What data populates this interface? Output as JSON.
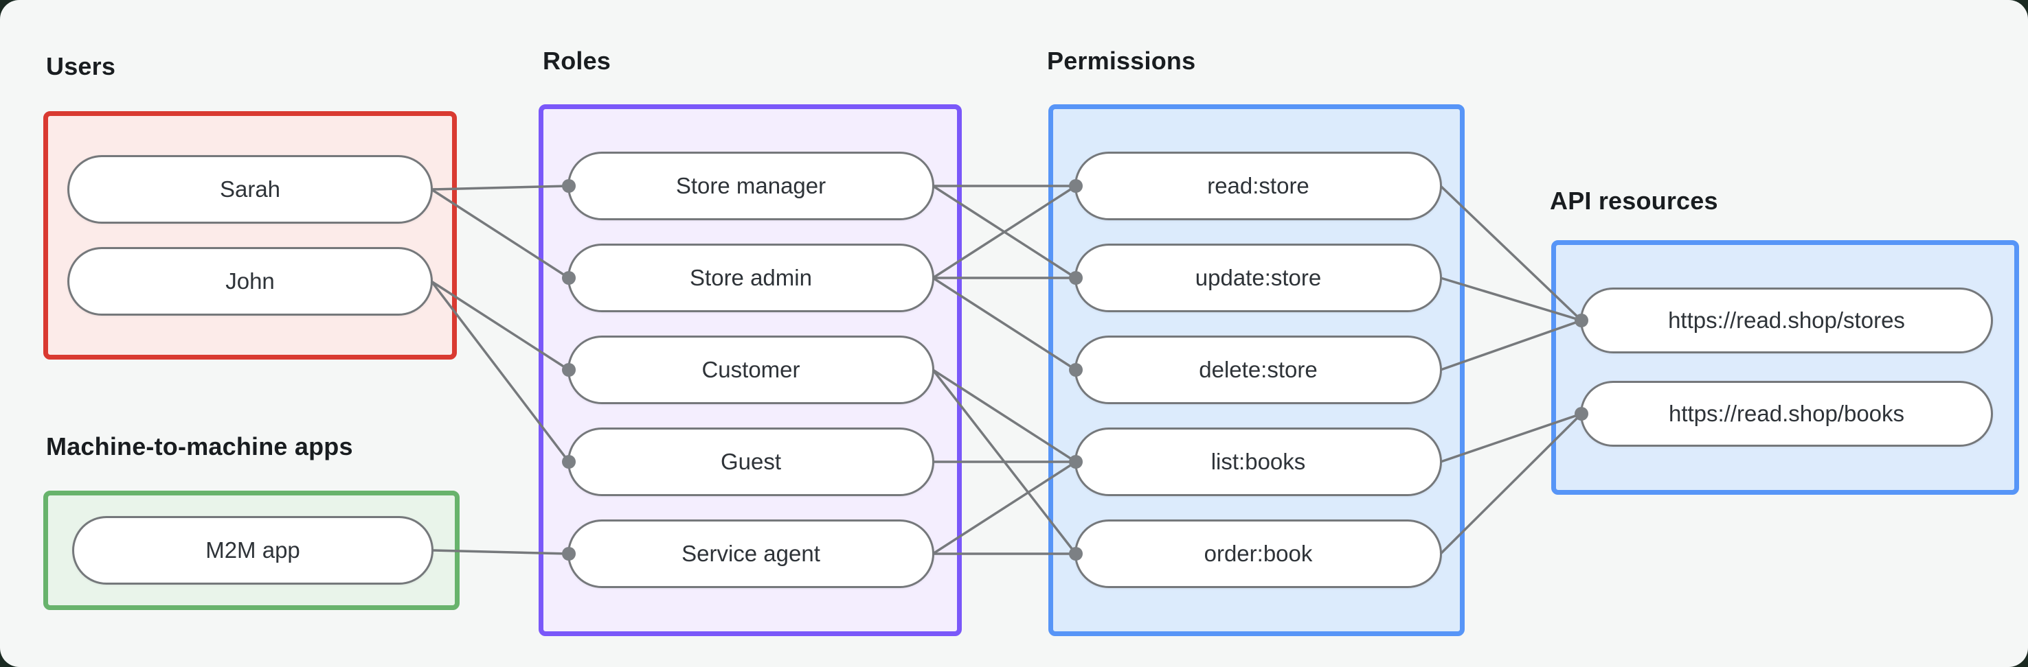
{
  "canvas": {
    "background": "#f5f7f6",
    "outer_background": "#1b2a22"
  },
  "groups": [
    {
      "id": "users",
      "label": "Users",
      "accent": "#d93a31",
      "fill": "#fcebe9",
      "nodes": [
        {
          "id": "sarah",
          "label": "Sarah"
        },
        {
          "id": "john",
          "label": "John"
        }
      ]
    },
    {
      "id": "m2m",
      "label": "Machine-to-machine apps",
      "accent": "#68b36c",
      "fill": "#e9f4ea",
      "nodes": [
        {
          "id": "m2m-app",
          "label": "M2M app"
        }
      ]
    },
    {
      "id": "roles",
      "label": "Roles",
      "accent": "#7a58f9",
      "fill": "#f4eefe",
      "nodes": [
        {
          "id": "store-manager",
          "label": "Store manager"
        },
        {
          "id": "store-admin",
          "label": "Store admin"
        },
        {
          "id": "customer",
          "label": "Customer"
        },
        {
          "id": "guest",
          "label": "Guest"
        },
        {
          "id": "service-agent",
          "label": "Service agent"
        }
      ]
    },
    {
      "id": "permissions",
      "label": "Permissions",
      "accent": "#5795f7",
      "fill": "#dcebfc",
      "nodes": [
        {
          "id": "read-store",
          "label": "read:store"
        },
        {
          "id": "update-store",
          "label": "update:store"
        },
        {
          "id": "delete-store",
          "label": "delete:store"
        },
        {
          "id": "list-books",
          "label": "list:books"
        },
        {
          "id": "order-book",
          "label": "order:book"
        }
      ]
    },
    {
      "id": "api-resources",
      "label": "API resources",
      "accent": "#5795f7",
      "fill": "#ddebfc",
      "nodes": [
        {
          "id": "stores-api",
          "label": "https://read.shop/stores"
        },
        {
          "id": "books-api",
          "label": "https://read.shop/books"
        }
      ]
    }
  ],
  "connections": [
    [
      "sarah",
      "store-manager"
    ],
    [
      "sarah",
      "store-admin"
    ],
    [
      "john",
      "customer"
    ],
    [
      "john",
      "guest"
    ],
    [
      "m2m-app",
      "service-agent"
    ],
    [
      "store-manager",
      "read-store"
    ],
    [
      "store-manager",
      "update-store"
    ],
    [
      "store-admin",
      "read-store"
    ],
    [
      "store-admin",
      "update-store"
    ],
    [
      "store-admin",
      "delete-store"
    ],
    [
      "customer",
      "list-books"
    ],
    [
      "customer",
      "order-book"
    ],
    [
      "guest",
      "list-books"
    ],
    [
      "service-agent",
      "list-books"
    ],
    [
      "service-agent",
      "order-book"
    ],
    [
      "read-store",
      "stores-api"
    ],
    [
      "update-store",
      "stores-api"
    ],
    [
      "delete-store",
      "stores-api"
    ],
    [
      "list-books",
      "books-api"
    ],
    [
      "order-book",
      "books-api"
    ]
  ],
  "style": {
    "line_color": "#76797c",
    "dot_color": "#7c8084",
    "node_border_color": "#75787b"
  }
}
